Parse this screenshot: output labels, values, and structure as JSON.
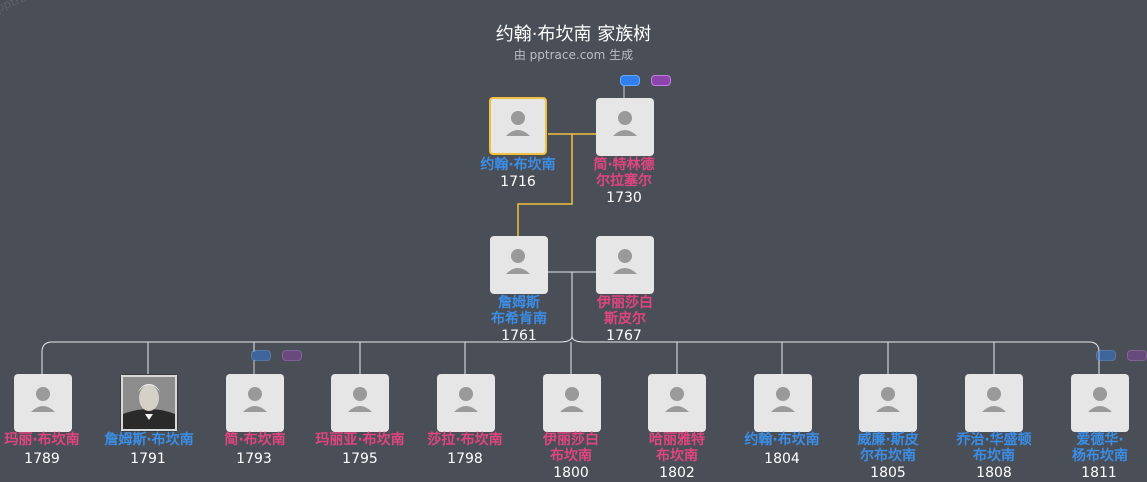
{
  "watermark": "pptrace.com",
  "header": {
    "title": "约翰·布坎南 家族树",
    "subtitle": "由 pptrace.com 生成"
  },
  "colors": {
    "background": "#4a4f57",
    "male": "#3b8de6",
    "female": "#e0457f",
    "root_line": "#f0c040",
    "line": "#e8e8e8"
  },
  "people": [
    {
      "id": "p1",
      "name": "约翰·布坎南",
      "year": "1716",
      "gender": "male",
      "root": true
    },
    {
      "id": "p2",
      "name": "简·特林德尔拉塞尔",
      "year": "1730",
      "gender": "female"
    },
    {
      "id": "p3",
      "name": "詹姆斯布希肯南",
      "year": "1761",
      "gender": "male"
    },
    {
      "id": "p4",
      "name": "伊丽莎白斯皮尔",
      "year": "1767",
      "gender": "female"
    },
    {
      "id": "c1",
      "name": "玛丽·布坎南",
      "year": "1789",
      "gender": "female"
    },
    {
      "id": "c2",
      "name": "詹姆斯·布坎南",
      "year": "1791",
      "gender": "male",
      "photo": true
    },
    {
      "id": "c3",
      "name": "简·布坎南",
      "year": "1793",
      "gender": "female"
    },
    {
      "id": "c4",
      "name": "玛丽亚·布坎南",
      "year": "1795",
      "gender": "female"
    },
    {
      "id": "c5",
      "name": "莎拉·布坎南",
      "year": "1798",
      "gender": "female"
    },
    {
      "id": "c6",
      "name": "伊丽莎白布坎南",
      "year": "1800",
      "gender": "female"
    },
    {
      "id": "c7",
      "name": "哈丽雅特布坎南",
      "year": "1802",
      "gender": "female"
    },
    {
      "id": "c8",
      "name": "约翰·布坎南",
      "year": "1804",
      "gender": "male"
    },
    {
      "id": "c9",
      "name": "威廉·斯皮尔布坎南",
      "year": "1805",
      "gender": "male"
    },
    {
      "id": "c10",
      "name": "乔治·华盛顿布坎南",
      "year": "1808",
      "gender": "male"
    },
    {
      "id": "c11",
      "name": "爱德华·杨布坎南",
      "year": "1811",
      "gender": "male"
    }
  ]
}
